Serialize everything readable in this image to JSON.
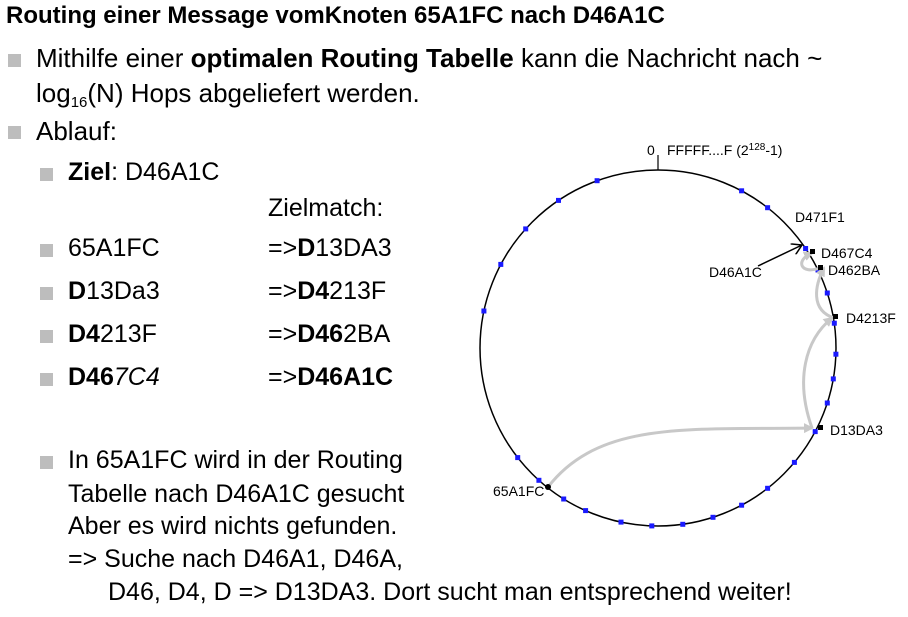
{
  "title": "Routing einer Message vomKnoten 65A1FC nach D46A1C",
  "intro": {
    "part1": "Mithilfe einer ",
    "bold": "optimalen Routing Tabelle",
    "part2": " kann die Nachricht nach ~",
    "log": "log",
    "sub": "16",
    "part3": "(N) Hops abgeliefert werden."
  },
  "ablauf": "Ablauf:",
  "ziel": {
    "label": "Ziel",
    "value": ": D46A1C"
  },
  "zielmatch_header": "Zielmatch:",
  "rows": [
    {
      "left_bold": "",
      "left_rest": "65A1FC",
      "left_italic": "",
      "arrow": "=>",
      "right_bold": "D",
      "right_rest": "13DA3"
    },
    {
      "left_bold": "D",
      "left_rest": "13Da3",
      "left_italic": "",
      "arrow": "=>",
      "right_bold": "D4",
      "right_rest": "213F"
    },
    {
      "left_bold": "D4",
      "left_rest": "213F",
      "left_italic": "",
      "arrow": "=>",
      "right_bold": "D46",
      "right_rest": "2BA"
    },
    {
      "left_bold": "D46",
      "left_rest": "",
      "left_italic": "7C4",
      "arrow": "=>",
      "right_bold": "D46A1C",
      "right_rest": ""
    }
  ],
  "note_lines": [
    "In 65A1FC wird in der Routing",
    "Tabelle nach D46A1C gesucht",
    "Aber es wird nichts gefunden.",
    "=> Suche nach D46A1, D46A,",
    "D46, D4, D => D13DA3. Dort sucht man entsprechend weiter!"
  ],
  "ring": {
    "zero_label": "0",
    "top_label": "FFFFF....F (2",
    "top_exp": "128",
    "top_suffix": "-1)",
    "node_color": "#1a1aff",
    "path_color": "#c8c8c8",
    "labels": {
      "d471f1": "D471F1",
      "d467c4": "D467C4",
      "d462ba": "D462BA",
      "d4213f": "D4213F",
      "d13da3": "D13DA3",
      "src": "65A1FC",
      "target": "D46A1C"
    }
  }
}
